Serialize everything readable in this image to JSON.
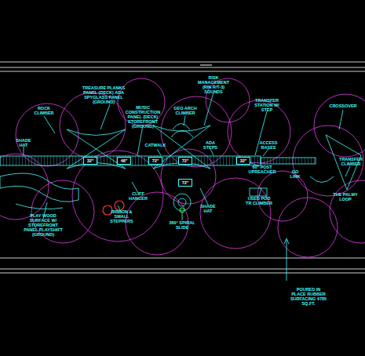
{
  "diagram": {
    "nodes": [
      {
        "text": [
          "32\""
        ]
      },
      {
        "text": [
          "48\""
        ]
      },
      {
        "text": [
          "72\""
        ]
      },
      {
        "text": [
          "72\""
        ]
      },
      {
        "text": [
          "72\""
        ]
      },
      {
        "text": [
          "32\""
        ]
      }
    ],
    "labels": [
      "SHADE HAT",
      "ROCK CLIMBER",
      "TREASURE PLANKS PANEL (DECK) ADA SPYGLASS PANEL (GROUND)",
      "MUSIC CONSTRUCTION PANEL (DECK) STOREFRONT (GROUND)",
      "RISK MANAGEMENT (RIN R/T-3) SOUNDS",
      "TRANSFER STATION W/ STEP",
      "CROSSOVER",
      "GEO ARCH CLIMBER",
      "CATWALK",
      "ADA STEPS",
      "ACCESS BASES",
      "60\" POST UPREACHER",
      "GO LINK",
      "TRANSFER CLIMBER",
      "THE PALMY LOOP",
      "USED POD TR CLIMBER",
      "SHADE HAT",
      "360° SPIRAL SLIDE",
      "CLIFF HANGER",
      "RIBBON & SMALL STEPPERS",
      "PLAY WOOD SURFACE W/ STOREFRONT PANEL PLAYSHIFT (GROUND)",
      "POURED IN PLACE RUBBER SURFACING 4785 SQ.FT."
    ]
  }
}
